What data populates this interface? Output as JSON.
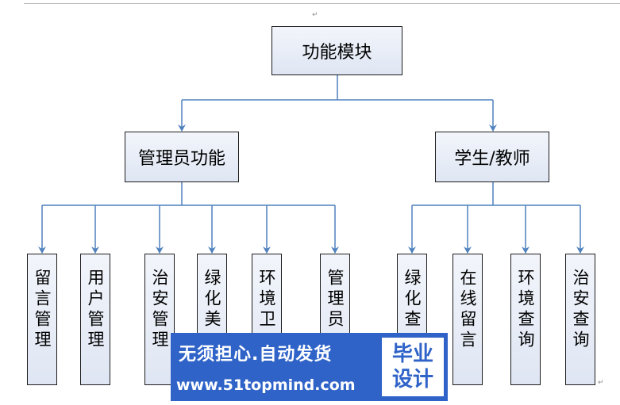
{
  "diagram": {
    "root": {
      "label": "功能模块"
    },
    "branches": [
      {
        "id": "admin",
        "label": "管理员功能",
        "children": [
          "留言管理",
          "用户管理",
          "治安管理",
          "绿化美",
          "环境卫",
          "管理员"
        ]
      },
      {
        "id": "student",
        "label": "学生/教师",
        "children": [
          "绿化查",
          "在线留言",
          "环境查询",
          "治安查询"
        ]
      }
    ],
    "line_color": "#4f81bd",
    "box_fill": "#dfe6f3",
    "box_border": "#1d1d1d"
  },
  "watermark": {
    "slogan": "无须担心.自动发货",
    "url": "www.51topmind.com",
    "badge_line1": "毕业",
    "badge_line2": "设计",
    "color": "#2f63c8"
  },
  "paragraph_mark": "↵"
}
